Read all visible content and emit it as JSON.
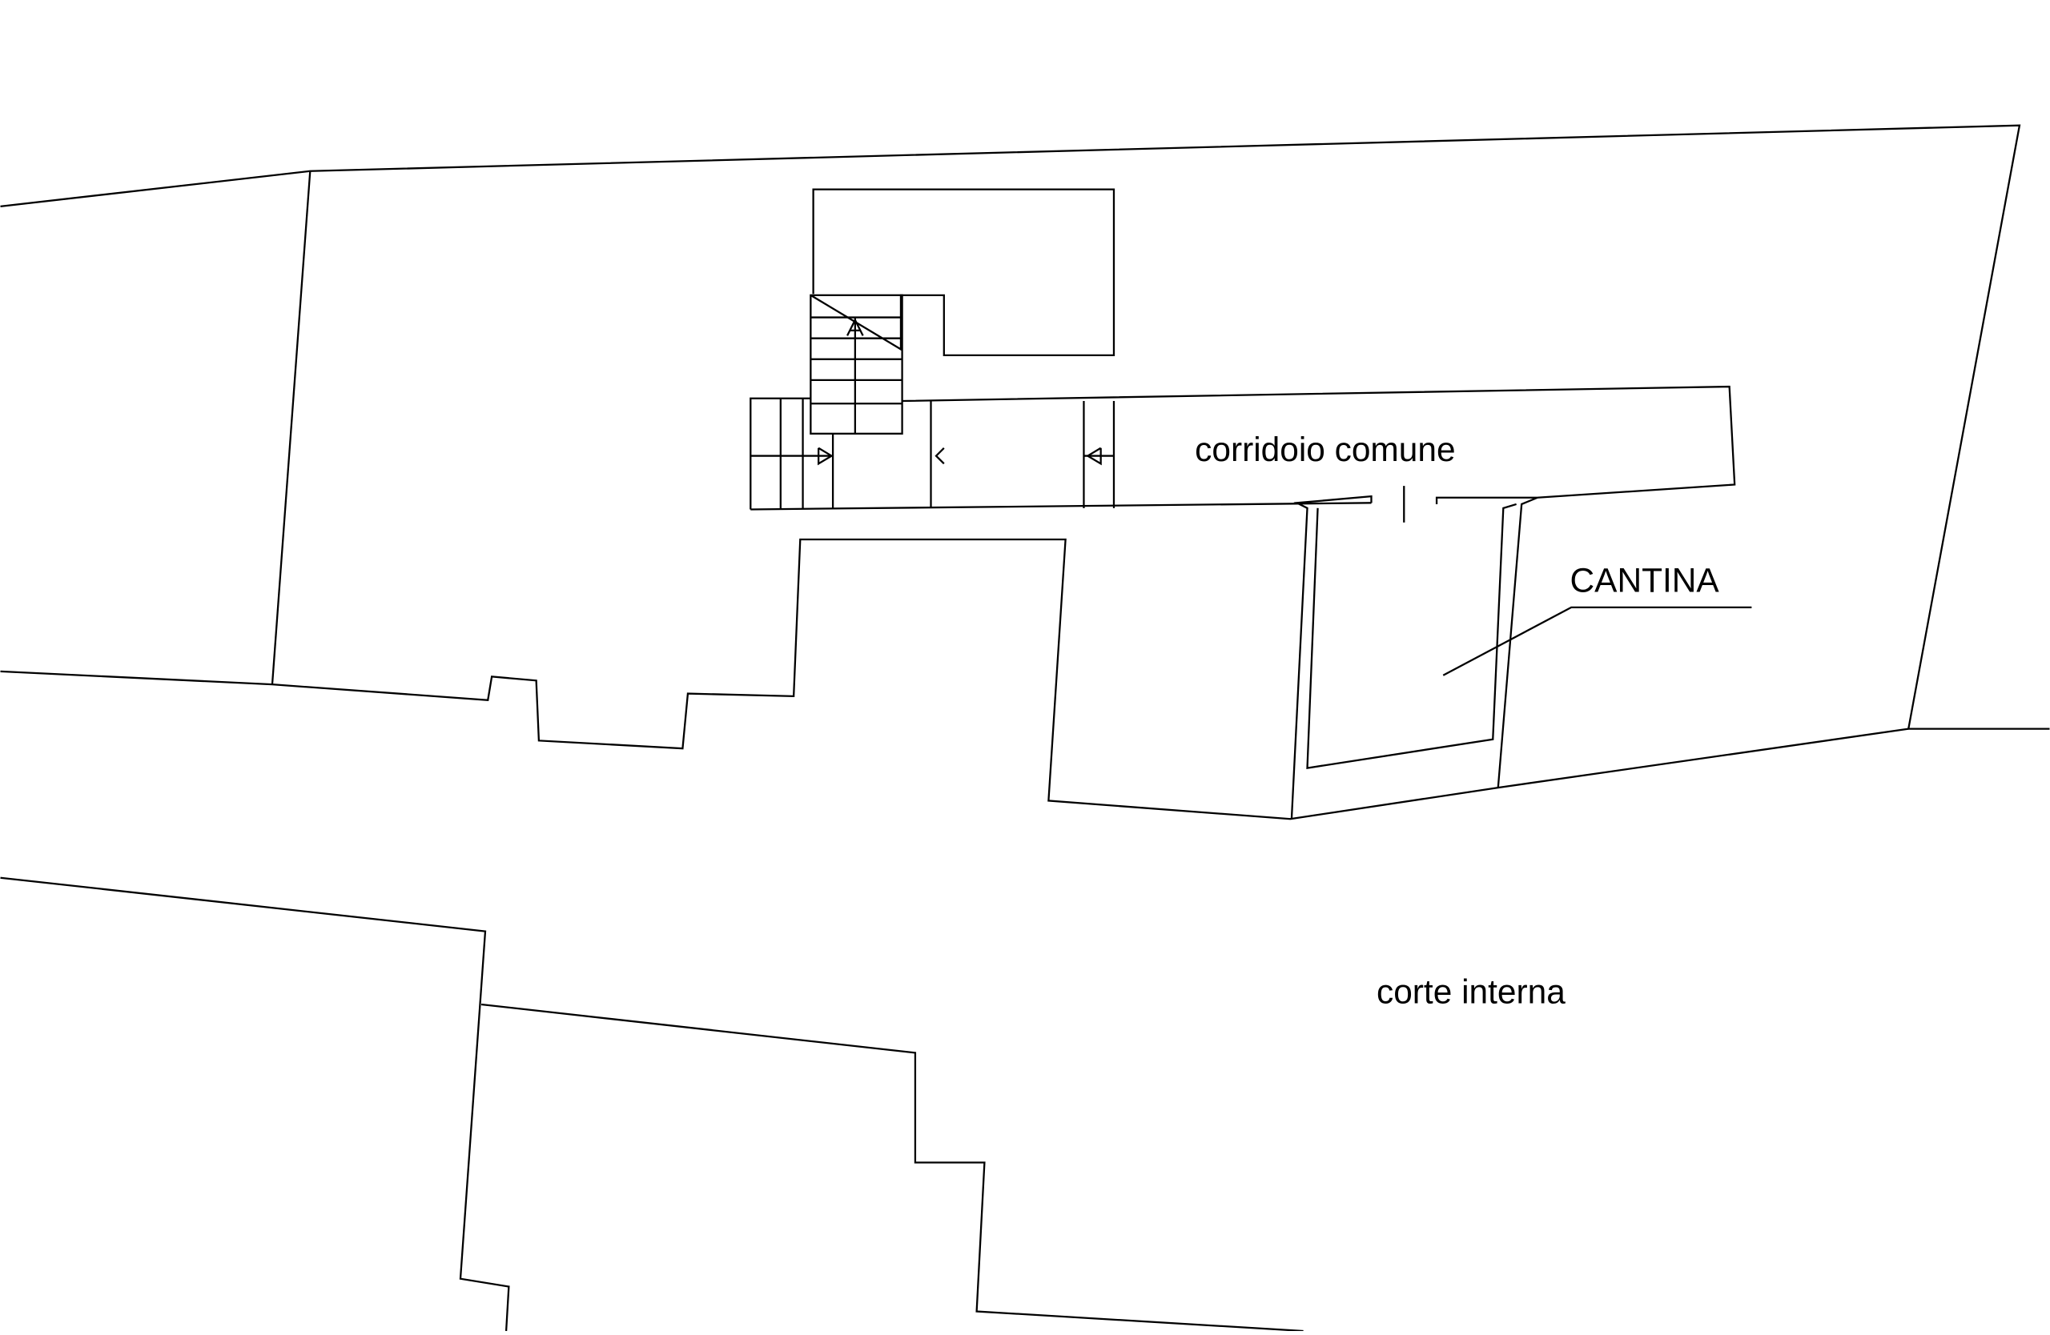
{
  "drawing": {
    "labels": {
      "corridor": "corridoio comune",
      "cellar": "CANTINA",
      "courtyard": "corte interna"
    },
    "line_color": "#000000",
    "background_color": "#ffffff"
  }
}
